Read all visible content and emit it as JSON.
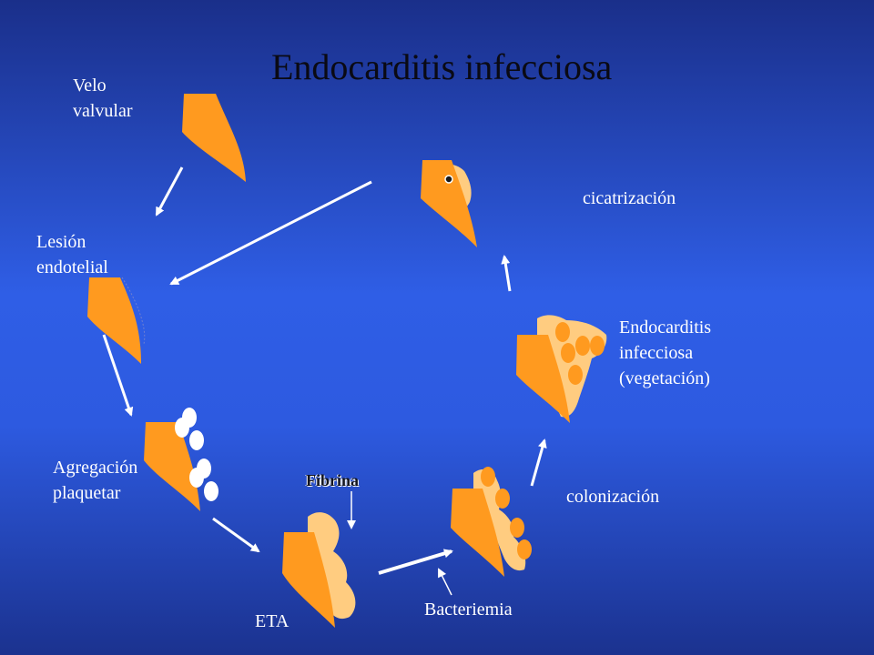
{
  "title": "Endocarditis infecciosa",
  "labels": {
    "velo_valvular": [
      "Velo",
      "valvular"
    ],
    "lesion_endotelial": [
      "Lesión",
      "endotelial"
    ],
    "agregacion_plaquetar": [
      "Agregación",
      "plaquetar"
    ],
    "eta": "ETA",
    "fibrina": "Fibrina",
    "bacteriemia": "Bacteriemia",
    "colonizacion": "colonización",
    "endocarditis_vegetacion": [
      "Endocarditis",
      "infecciosa",
      "(vegetación)"
    ],
    "cicatrizacion": "cicatrización"
  },
  "colors": {
    "valve": "#ff9a1f",
    "fibrin": "#ffcc80",
    "bacteria": "#ff9a1f",
    "platelet": "#ffffff",
    "arrow": "#ffffff"
  }
}
